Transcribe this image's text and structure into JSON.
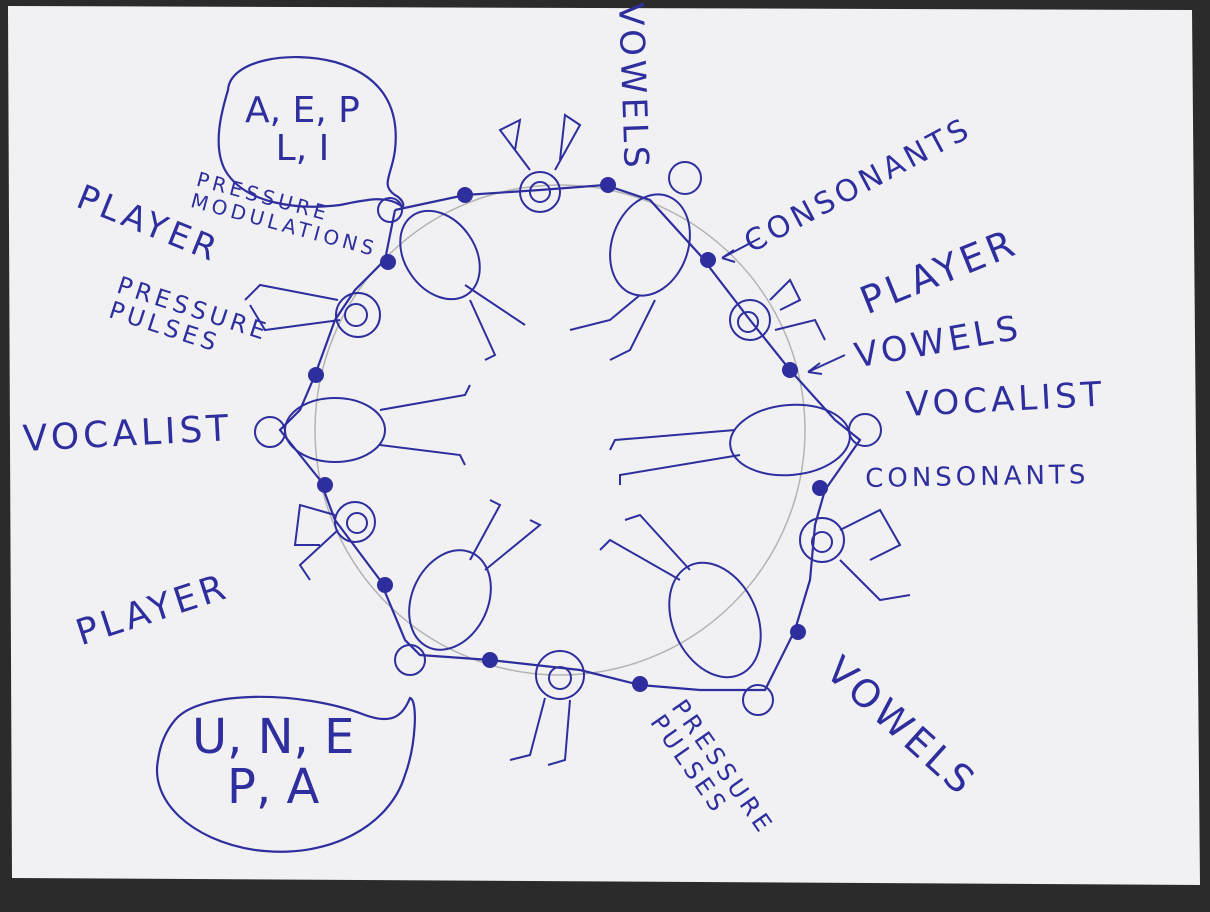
{
  "bubbles": {
    "top_left": {
      "line1": "A, E, P",
      "line2": "L, I"
    },
    "bottom_left": {
      "line1": "U, N, E",
      "line2": "P, A"
    }
  },
  "labels": {
    "player_upper_left": "PLAYER",
    "pressure_modulations": "PRESSURE\nMODULATIONS",
    "pressure_pulses_left": "PRESSURE\nPULSES",
    "vocalist_left": "VOCALIST",
    "player_lower_left": "PLAYER",
    "vowels_top": "VOWELS",
    "consonants_top_right": "CONSONANTS",
    "player_right": "PLAYER",
    "vowels_right": "VOWELS",
    "vocalist_right": "VOCALIST",
    "consonants_right": "CONSONANTS",
    "vowels_bottom_right": "VOWELS",
    "pressure_pulses_bottom": "PRESSURE\nPULSES"
  },
  "colors": {
    "ink": "#2e2e9e",
    "pencil": "#8c8c8c",
    "paper": "#f1f1f3",
    "background": "#2b2b2b"
  }
}
